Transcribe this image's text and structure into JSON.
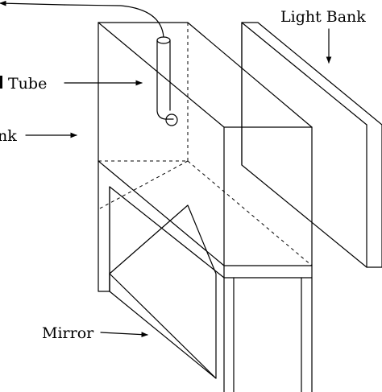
{
  "labels": {
    "light_bank": "Light Bank",
    "tube": "Tube",
    "tank": "nk",
    "mirror": "Mirror"
  },
  "colors": {
    "ink": "#000000",
    "background": "#ffffff"
  }
}
